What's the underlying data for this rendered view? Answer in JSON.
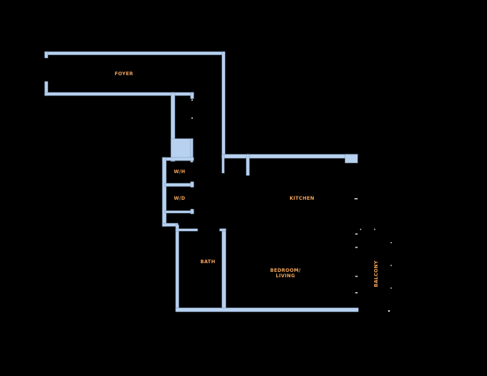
{
  "floorplan": {
    "wall_color": "#b7d1ef",
    "label_color": "#f0a25a",
    "background": "#000000",
    "rooms": [
      {
        "id": "foyer",
        "label": "FOYER"
      },
      {
        "id": "wh",
        "label": "W/H"
      },
      {
        "id": "wd",
        "label": "W/D"
      },
      {
        "id": "kitchen",
        "label": "KITCHEN"
      },
      {
        "id": "bath",
        "label": "BATH"
      },
      {
        "id": "bedroom",
        "label": "BEDROOM/\nLIVING"
      },
      {
        "id": "balcony",
        "label": "BALCONY"
      }
    ]
  }
}
